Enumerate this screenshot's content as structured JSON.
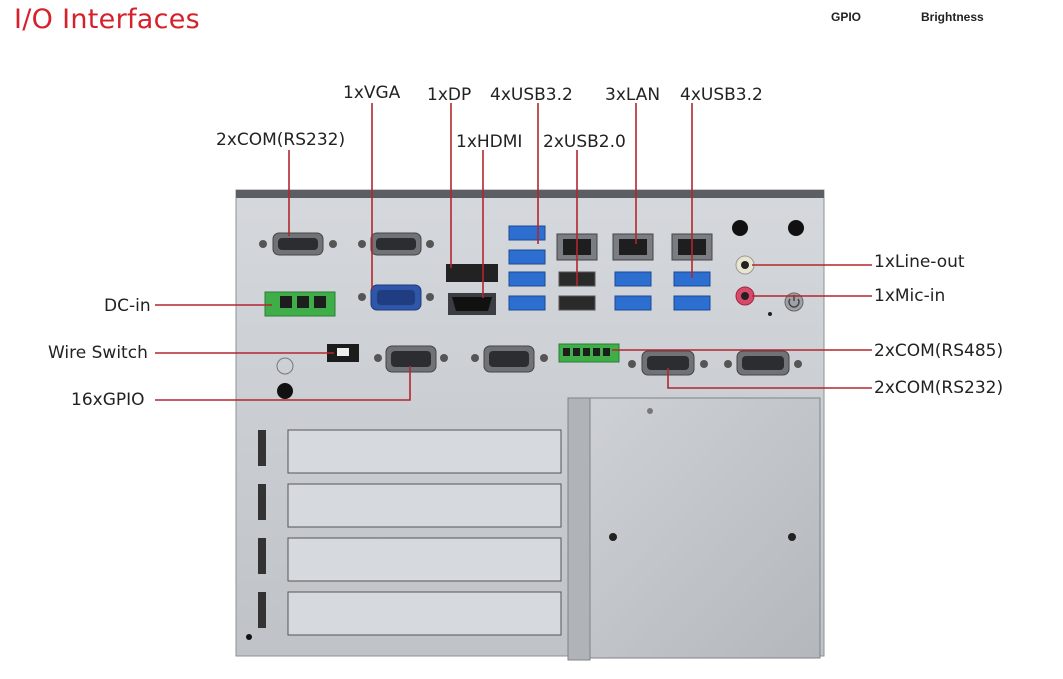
{
  "header": {
    "title": "I/O Interfaces",
    "tabs": [
      "GPIO",
      "Brightness"
    ]
  },
  "labels": {
    "vga": "1xVGA",
    "dp": "1xDP",
    "usb32_top": "4xUSB3.2",
    "lan": "3xLAN",
    "usb32_right": "4xUSB3.2",
    "com_rs232_top": "2xCOM(RS232)",
    "hdmi": "1xHDMI",
    "usb20": "2xUSB2.0",
    "line_out": "1xLine-out",
    "mic_in": "1xMic-in",
    "dc_in": "DC-in",
    "wire_switch": "Wire Switch",
    "gpio": "16xGPIO",
    "com_rs485": "2xCOM(RS485)",
    "com_rs232_bottom": "2xCOM(RS232)"
  },
  "colors": {
    "title": "#d6202b",
    "leader_line": "#b3262e",
    "chassis": "#c9ccd0",
    "terminal_green": "#3fae49",
    "vga_blue": "#2f56a8",
    "usb_blue": "#2c6fd0"
  }
}
